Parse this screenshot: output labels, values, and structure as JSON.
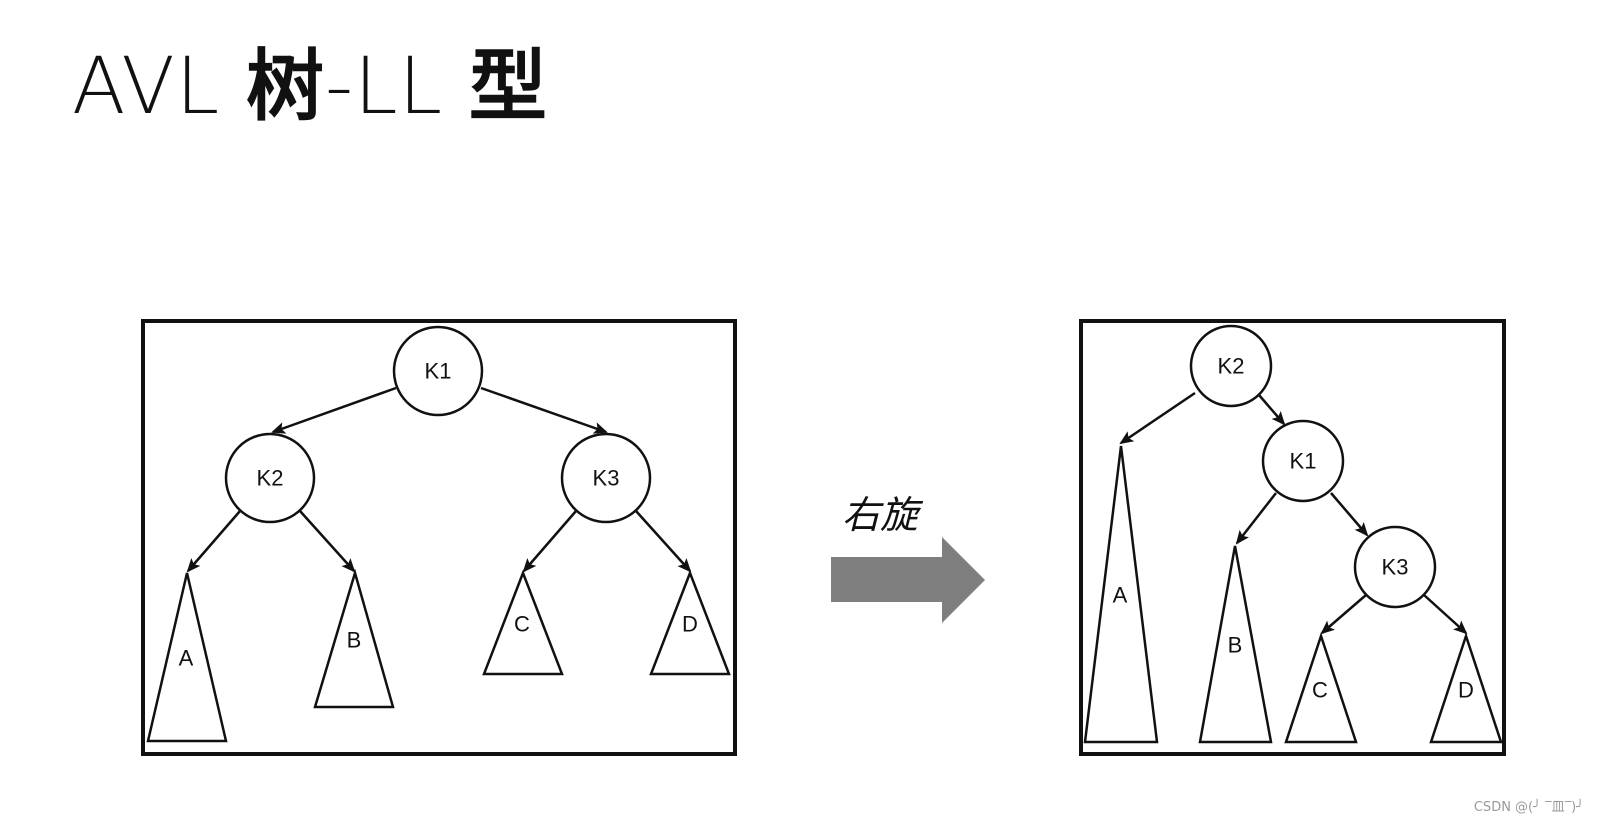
{
  "title": {
    "part1": "AVL ",
    "part2": "树",
    "part3": "-LL ",
    "part4": "型"
  },
  "rotation_label": "右旋",
  "watermark": "CSDN @(╯ ‾皿‾)╯",
  "colors": {
    "stroke": "#111111",
    "arrow_fill": "#7f7f7f",
    "background": "#ffffff"
  },
  "before_tree": {
    "nodes": [
      "K1",
      "K2",
      "K3"
    ],
    "subtrees": [
      "A",
      "B",
      "C",
      "D"
    ]
  },
  "after_tree": {
    "nodes": [
      "K2",
      "K1",
      "K3"
    ],
    "subtrees": [
      "A",
      "B",
      "C",
      "D"
    ]
  }
}
